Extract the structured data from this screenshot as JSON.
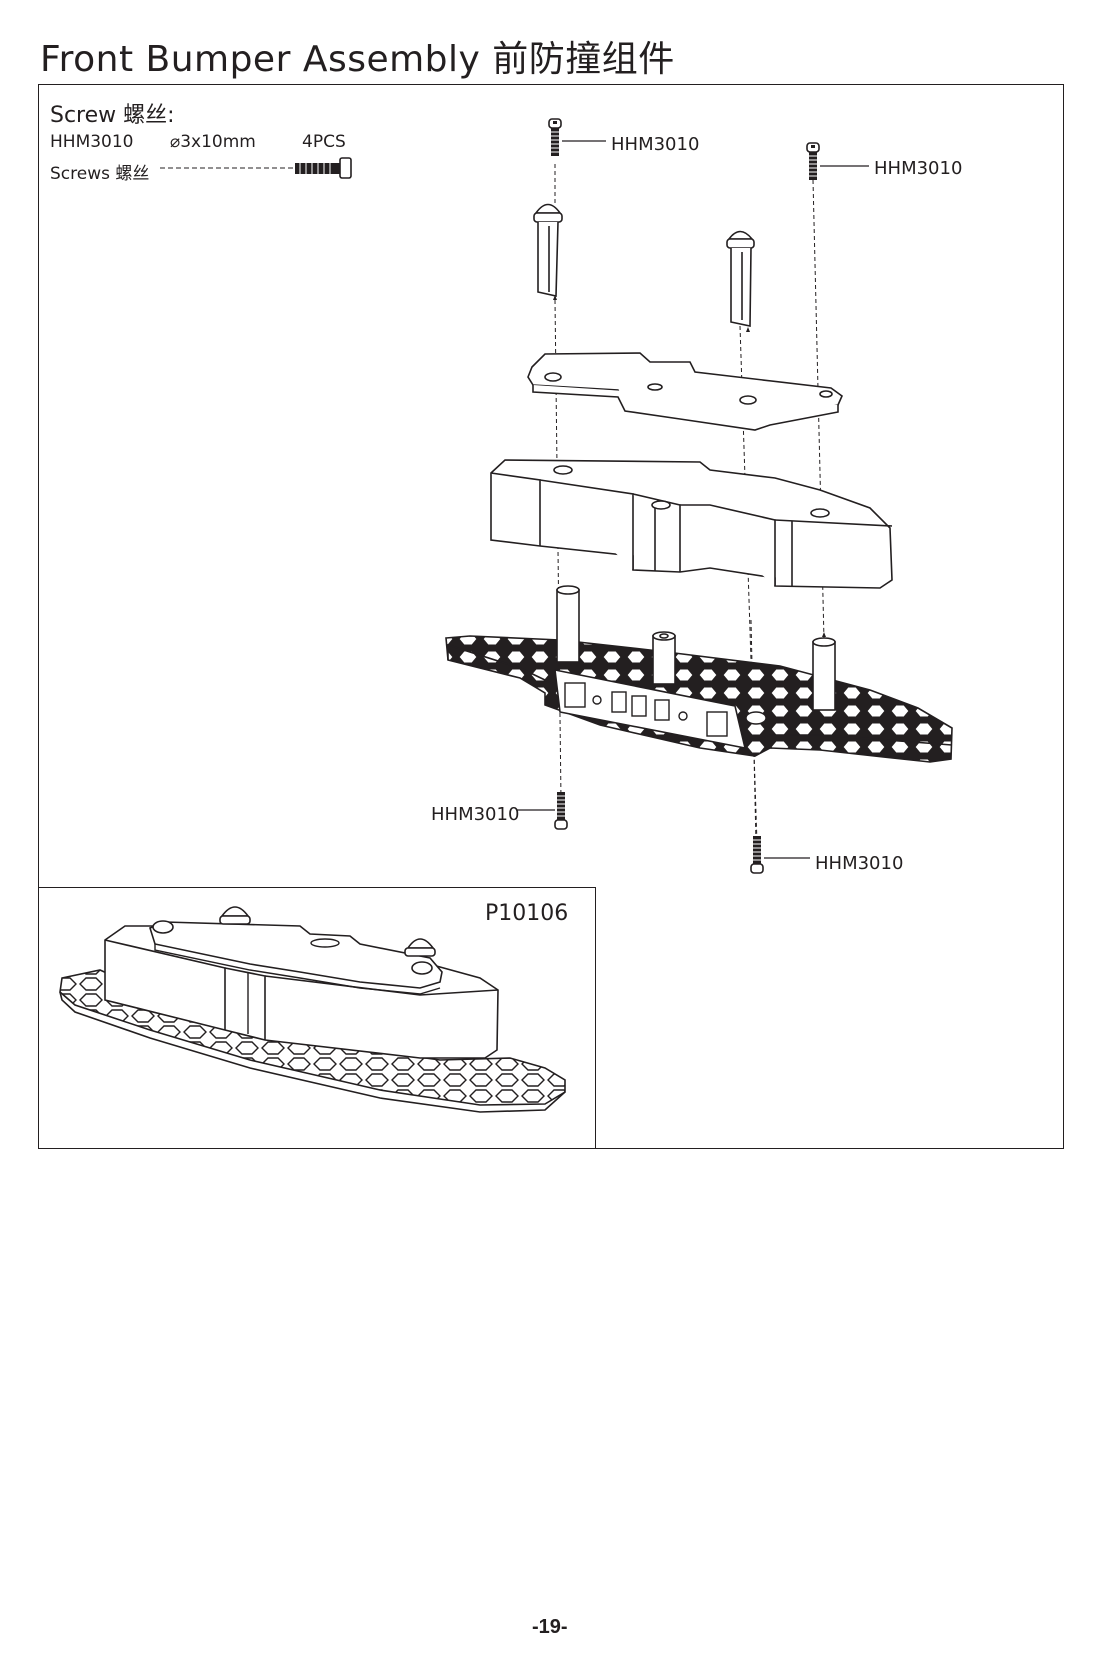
{
  "page": {
    "title": "Front Bumper Assembly 前防撞组件",
    "page_number": "-19-"
  },
  "parts_list": {
    "heading": "Screw 螺丝:",
    "item": {
      "part_no": "HHM3010",
      "size": "⌀3x10mm",
      "qty": "4PCS",
      "name": "Screws 螺丝"
    }
  },
  "callouts": [
    "HHM3010",
    "HHM3010",
    "HHM3010",
    "HHM3010"
  ],
  "inset": {
    "code": "P10106"
  }
}
